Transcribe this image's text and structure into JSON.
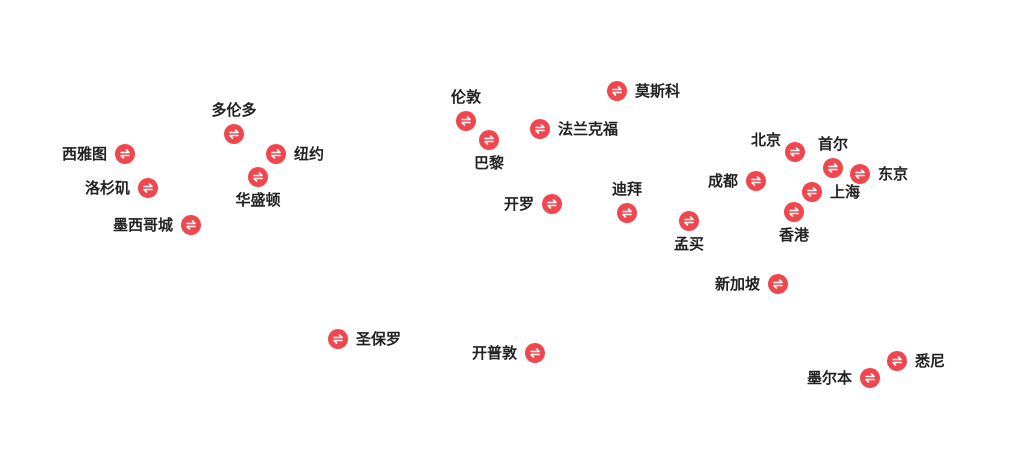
{
  "colors": {
    "marker": "#f0474f",
    "label": "#222222"
  },
  "icon": "exchange-arrows-icon",
  "cities": [
    {
      "id": "seattle",
      "name": "西雅图"
    },
    {
      "id": "los-angeles",
      "name": "洛杉矶"
    },
    {
      "id": "mexico-city",
      "name": "墨西哥城"
    },
    {
      "id": "toronto",
      "name": "多伦多"
    },
    {
      "id": "new-york",
      "name": "纽约"
    },
    {
      "id": "washington",
      "name": "华盛顿"
    },
    {
      "id": "london",
      "name": "伦敦"
    },
    {
      "id": "paris",
      "name": "巴黎"
    },
    {
      "id": "frankfurt",
      "name": "法兰克福"
    },
    {
      "id": "moscow",
      "name": "莫斯科"
    },
    {
      "id": "cairo",
      "name": "开罗"
    },
    {
      "id": "dubai",
      "name": "迪拜"
    },
    {
      "id": "mumbai",
      "name": "孟买"
    },
    {
      "id": "beijing",
      "name": "北京"
    },
    {
      "id": "seoul",
      "name": "首尔"
    },
    {
      "id": "tokyo",
      "name": "东京"
    },
    {
      "id": "chengdu",
      "name": "成都"
    },
    {
      "id": "shanghai",
      "name": "上海"
    },
    {
      "id": "hong-kong",
      "name": "香港"
    },
    {
      "id": "singapore",
      "name": "新加坡"
    },
    {
      "id": "sao-paulo",
      "name": "圣保罗"
    },
    {
      "id": "cape-town",
      "name": "开普敦"
    },
    {
      "id": "sydney",
      "name": "悉尼"
    },
    {
      "id": "melbourne",
      "name": "墨尔本"
    }
  ]
}
